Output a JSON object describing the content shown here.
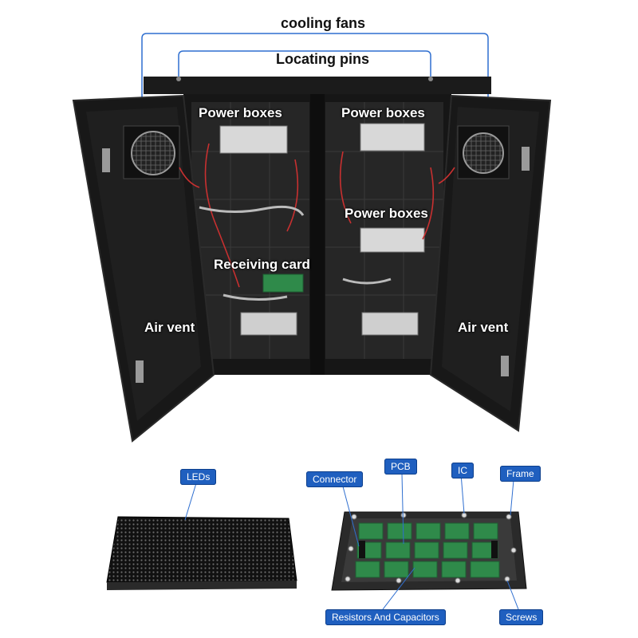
{
  "top_labels": {
    "cooling_fans": "cooling fans",
    "locating_pins": "Locating pins"
  },
  "cabinet_labels": {
    "power_boxes_left": "Power boxes",
    "power_boxes_right": "Power boxes",
    "power_boxes_middle": "Power boxes",
    "receiving_card": "Receiving card",
    "air_vent_left": "Air vent",
    "air_vent_right": "Air vent"
  },
  "module_labels": {
    "leds": "LEDs",
    "connector": "Connector",
    "pcb": "PCB",
    "ic": "IC",
    "frame": "Frame",
    "resistors_and_capacitors": "Resistors And Capacitors",
    "screws": "Screws"
  },
  "colors": {
    "callout_blue": "#1f5fbf",
    "bracket_blue": "#2f6fd0",
    "cabinet_black": "#161616",
    "pcb_green": "#2f8a4a"
  }
}
